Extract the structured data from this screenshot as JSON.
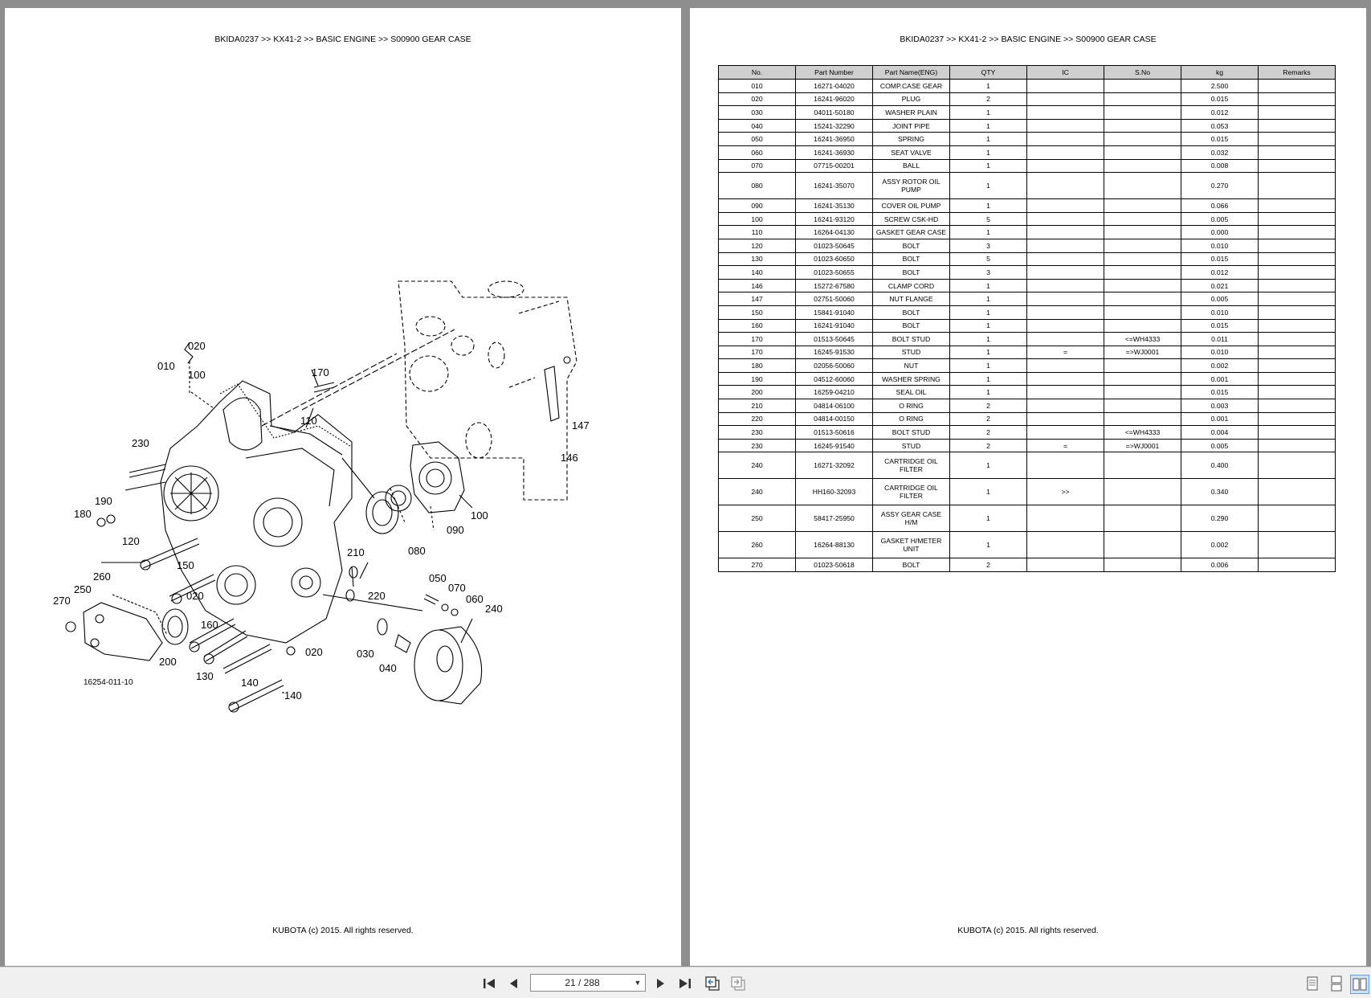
{
  "left_page": {
    "breadcrumb": "BKIDA0237 >> KX41-2 >> BASIC ENGINE >> S00900   GEAR CASE",
    "footer": "KUBOTA (c) 2015. All rights reserved.",
    "diagram": {
      "drawing_number": "16254-011-10",
      "callouts": {
        "c010": "010",
        "c020a": "020",
        "c100a": "100",
        "c170": "170",
        "c110": "110",
        "c230": "230",
        "c147": "147",
        "c146": "146",
        "c190": "190",
        "c180": "180",
        "c120": "120",
        "c100b": "100",
        "c090": "090",
        "c080": "080",
        "c210": "210",
        "c150": "150",
        "c260": "260",
        "c250": "250",
        "c270": "270",
        "c020b": "020",
        "c050": "050",
        "c070": "070",
        "c060": "060",
        "c220": "220",
        "c240": "240",
        "c160": "160",
        "c020c": "020",
        "c030": "030",
        "c040": "040",
        "c200": "200",
        "c130": "130",
        "c140a": "140",
        "c140b": "140"
      }
    }
  },
  "right_page": {
    "breadcrumb": "BKIDA0237 >> KX41-2 >> BASIC ENGINE >> S00900   GEAR CASE",
    "footer": "KUBOTA (c) 2015. All rights reserved.",
    "table": {
      "headers": [
        "No.",
        "Part Number",
        "Part Name(ENG)",
        "QTY",
        "IC",
        "S.No",
        "kg",
        "Remarks"
      ],
      "rows": [
        [
          "010",
          "16271-04020",
          "COMP.CASE GEAR",
          "1",
          "",
          "",
          "2.500",
          ""
        ],
        [
          "020",
          "16241-96020",
          "PLUG",
          "2",
          "",
          "",
          "0.015",
          ""
        ],
        [
          "030",
          "04011-50180",
          "WASHER PLAIN",
          "1",
          "",
          "",
          "0.012",
          ""
        ],
        [
          "040",
          "15241-32290",
          "JOINT PIPE",
          "1",
          "",
          "",
          "0.053",
          ""
        ],
        [
          "050",
          "16241-36950",
          "SPRING",
          "1",
          "",
          "",
          "0.015",
          ""
        ],
        [
          "060",
          "16241-36930",
          "SEAT VALVE",
          "1",
          "",
          "",
          "0.032",
          ""
        ],
        [
          "070",
          "07715-00201",
          "BALL",
          "1",
          "",
          "",
          "0.008",
          ""
        ],
        [
          "080",
          "16241-35070",
          "ASSY ROTOR OIL PUMP",
          "1",
          "",
          "",
          "0.270",
          ""
        ],
        [
          "090",
          "16241-35130",
          "COVER OIL PUMP",
          "1",
          "",
          "",
          "0.066",
          ""
        ],
        [
          "100",
          "16241-93120",
          "SCREW CSK-HD",
          "5",
          "",
          "",
          "0.005",
          ""
        ],
        [
          "110",
          "16264-04130",
          "GASKET GEAR CASE",
          "1",
          "",
          "",
          "0.000",
          ""
        ],
        [
          "120",
          "01023-50645",
          "BOLT",
          "3",
          "",
          "",
          "0.010",
          ""
        ],
        [
          "130",
          "01023-60650",
          "BOLT",
          "5",
          "",
          "",
          "0.015",
          ""
        ],
        [
          "140",
          "01023-50655",
          "BOLT",
          "3",
          "",
          "",
          "0.012",
          ""
        ],
        [
          "146",
          "15272-67580",
          "CLAMP CORD",
          "1",
          "",
          "",
          "0.021",
          ""
        ],
        [
          "147",
          "02751-50060",
          "NUT FLANGE",
          "1",
          "",
          "",
          "0.005",
          ""
        ],
        [
          "150",
          "15841-91040",
          "BOLT",
          "1",
          "",
          "",
          "0.010",
          ""
        ],
        [
          "160",
          "16241-91040",
          "BOLT",
          "1",
          "",
          "",
          "0.015",
          ""
        ],
        [
          "170",
          "01513-50645",
          "BOLT STUD",
          "1",
          "",
          "<=WH4333",
          "0.011",
          ""
        ],
        [
          "170",
          "16245-91530",
          "STUD",
          "1",
          "=",
          "=>WJ0001",
          "0.010",
          ""
        ],
        [
          "180",
          "02056-50060",
          "NUT",
          "1",
          "",
          "",
          "0.002",
          ""
        ],
        [
          "190",
          "04512-60060",
          "WASHER SPRING",
          "1",
          "",
          "",
          "0.001",
          ""
        ],
        [
          "200",
          "16259-04210",
          "SEAL OIL",
          "1",
          "",
          "",
          "0.015",
          ""
        ],
        [
          "210",
          "04814-06100",
          "O RING",
          "2",
          "",
          "",
          "0.003",
          ""
        ],
        [
          "220",
          "04814-00150",
          "O RING",
          "2",
          "",
          "",
          "0.001",
          ""
        ],
        [
          "230",
          "01513-50616",
          "BOLT STUD",
          "2",
          "",
          "<=WH4333",
          "0.004",
          ""
        ],
        [
          "230",
          "16245-91540",
          "STUD",
          "2",
          "=",
          "=>WJ0001",
          "0.005",
          ""
        ],
        [
          "240",
          "16271-32092",
          "CARTRIDGE OIL FILTER",
          "1",
          "",
          "",
          "0.400",
          ""
        ],
        [
          "240",
          "HH160-32093",
          "CARTRIDGE OIL FILTER",
          "1",
          ">>",
          "",
          "0.340",
          ""
        ],
        [
          "250",
          "58417-25950",
          "ASSY GEAR CASE H/M",
          "1",
          "",
          "",
          "0.290",
          ""
        ],
        [
          "260",
          "16264-88130",
          "GASKET H/METER UNIT",
          "1",
          "",
          "",
          "0.002",
          ""
        ],
        [
          "270",
          "01023-50618",
          "BOLT",
          "2",
          "",
          "",
          "0.006",
          ""
        ]
      ]
    }
  },
  "toolbar": {
    "page_indicator": "21 / 288",
    "buttons": {
      "first": "first-page-icon",
      "prev": "previous-page-icon",
      "next": "next-page-icon",
      "last": "last-page-icon",
      "back": "go-back-view-icon",
      "forward": "go-forward-view-icon",
      "single": "single-page-view-icon",
      "continuous": "continuous-view-icon",
      "two_page": "two-page-view-icon"
    }
  }
}
